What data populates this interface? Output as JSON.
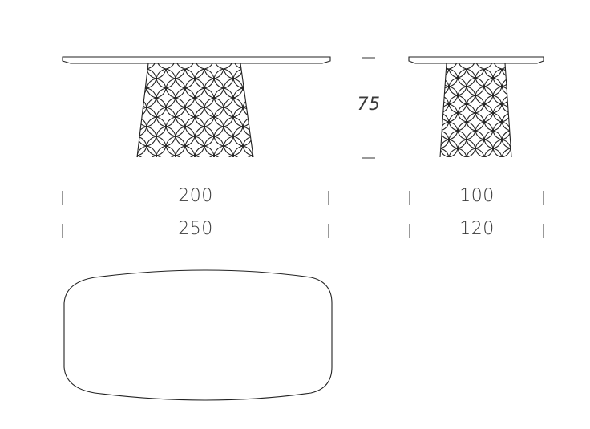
{
  "dimensions": {
    "height": "75",
    "large_table": {
      "length_min": "200",
      "length_max": "250"
    },
    "small_table": {
      "width_min": "100",
      "width_max": "120"
    }
  }
}
